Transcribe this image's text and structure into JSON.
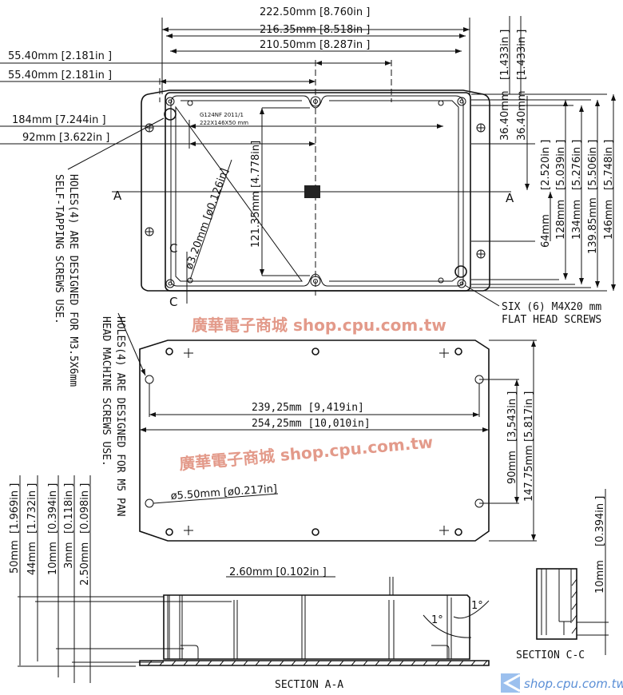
{
  "top_view": {
    "width_outer": "222.50mm  [8.760in ]",
    "width_mid": "216.35mm  [8.518in ]",
    "width_inner": "210.50mm  [8.287in ]",
    "hole_offset_1": "55.40mm  [2.181in  ]",
    "hole_offset_2": "55.40mm  [2.181in  ]",
    "span_184": "184mm  [7.244in ]",
    "span_92": "92mm  [3.622in ]",
    "right_in_1": "[1.433in ]",
    "right_in_2": "[1.433in ]",
    "right_mm_1": "36.40mm",
    "right_mm_2": "36.40mm",
    "height_dims": [
      {
        "mm": "64mm",
        "in": "[2.520in ]"
      },
      {
        "mm": "128mm",
        "in": "[5.039in ]"
      },
      {
        "mm": "134mm",
        "in": "[5.276in ]"
      },
      {
        "mm": "139.85mm",
        "in": "[5.506in ]"
      },
      {
        "mm": "146mm",
        "in": "[5.748in ]"
      }
    ],
    "inner_height": "121.35mm  [4.778in]",
    "hole_dia": "ø3.20mm [ø0.126in]",
    "model_label_1": "G124NF  2011/1",
    "model_label_2": "222X146X50 mm",
    "section_mark_a": "A",
    "section_mark_c": "C",
    "screws_note_1": "SIX (6) M4X20 mm",
    "screws_note_2": "FLAT HEAD SCREWS",
    "holes_note_1": "HOLES(4) ARE DESIGNED FOR M3.5X6mm",
    "holes_note_2": "SELF-TAPPING SCREWS USE."
  },
  "bottom_view": {
    "span_inner": "239,25mm [9,419in]",
    "span_outer": "254,25mm [10,010in]",
    "height_inner_mm": "90mm",
    "height_inner_in": "[3,543in ]",
    "height_outer_mm": "147.75mm",
    "height_outer_in": "[5.817in ]",
    "hole_dia": "ø5.50mm [ø0.217in]",
    "holes_note_1": "HOLES(4) ARE DESIGNED FOR M5 PAN",
    "holes_note_2": "HEAD MACHINE SCREWS USE."
  },
  "section_aa": {
    "title": "SECTION A-A",
    "wall": "2.60mm   [0.102in ]",
    "angle_1": "1°",
    "angle_2": "1°",
    "dims": [
      {
        "mm": "50mm",
        "in": "[1.969in ]"
      },
      {
        "mm": "44mm",
        "in": "[1.732in ]"
      },
      {
        "mm": "10mm",
        "in": "[0.394in ]"
      },
      {
        "mm": "3mm",
        "in": "[0.118in ]"
      },
      {
        "mm": "2.50mm",
        "in": "[0.098in ]"
      }
    ]
  },
  "section_cc": {
    "title": "SECTION C-C",
    "dim_mm": "10mm",
    "dim_in": "[0.394in ]"
  },
  "watermark": {
    "text_1": "廣華電子商城  shop.cpu.com.tw",
    "text_2": "廣華電子商城  shop.cpu.com.tw",
    "logo_text": "shop.cpu.com.tw"
  }
}
